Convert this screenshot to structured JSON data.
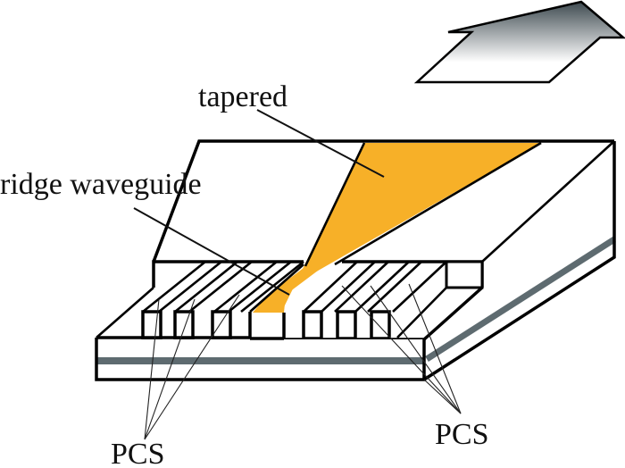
{
  "figure": {
    "title": "Tapered ridge waveguide laser with photonic crystal structures",
    "labels": {
      "tapered": "tapered",
      "ridge_waveguide": "ridge waveguide",
      "pcs_left": "PCS",
      "pcs_right": "PCS"
    },
    "colors": {
      "taper_fill": "#F7B028",
      "active_layer": "#5E6B70",
      "outline": "#000000",
      "background": "#FFFFFF",
      "arrow_gradient_top": "#3E4A50",
      "arrow_gradient_bottom": "#FFFFFF"
    },
    "icons": {
      "output_arrow": "arrow-up-right-icon"
    }
  }
}
